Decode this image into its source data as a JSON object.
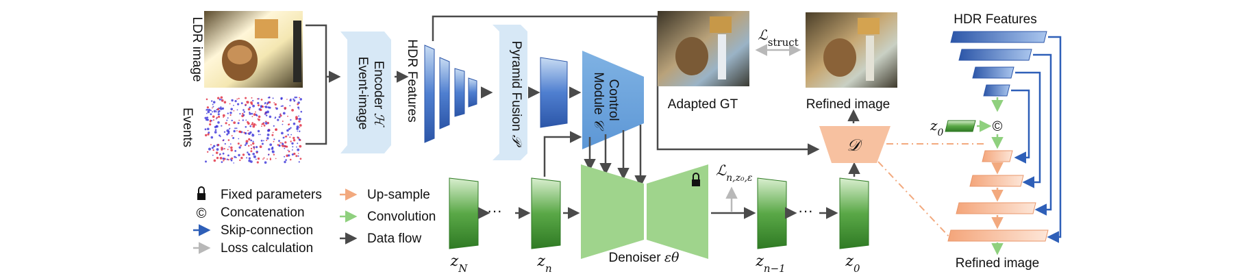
{
  "labels": {
    "ldr_image": "LDR image",
    "events": "Events",
    "encoder_line1": "Event-image",
    "encoder_line2": "Encoder",
    "encoder_symbol": "ℋ",
    "hdr_features_vertical": "HDR Features",
    "pyramid_line1": "Pyramid Fusion",
    "pyramid_symbol": "𝒫",
    "control_line1": "Control",
    "control_line2": "Module",
    "control_symbol": "𝒞",
    "denoiser": "Denoiser",
    "denoiser_symbol": "εθ",
    "decoder_symbol": "𝒟",
    "adapted_gt": "Adapted GT",
    "refined_image_top": "Refined image",
    "hdr_features_right": "HDR Features",
    "refined_image_right": "Refined image",
    "loss_struct": "ℒ",
    "loss_struct_sub": "struct",
    "loss_denoise": "ℒ",
    "loss_denoise_sub": "n,z₀,ε",
    "z0_right": "z",
    "z0_right_sub": "0",
    "concat_symbol": "©",
    "dots": "···"
  },
  "latents": [
    {
      "base": "z",
      "sub": "N"
    },
    {
      "base": "z",
      "sub": "n"
    },
    {
      "base": "z",
      "sub": "n−1"
    },
    {
      "base": "z",
      "sub": "0"
    }
  ],
  "legend": [
    {
      "icon": "lock-icon",
      "label": "Fixed parameters"
    },
    {
      "icon": "copyright-icon",
      "label": "Concatenation"
    },
    {
      "icon": "blue-arrow-icon",
      "label": "Skip-connection"
    },
    {
      "icon": "gray-arrow-icon",
      "label": "Loss calculation"
    },
    {
      "icon": "orange-arrow-icon",
      "label": "Up-sample"
    },
    {
      "icon": "green-arrow-icon",
      "label": "Convolution"
    },
    {
      "icon": "dark-arrow-icon",
      "label": "Data flow"
    }
  ],
  "colors": {
    "flow": "#4a4a4a",
    "skip": "#2e5fb8",
    "loss": "#b8b8b8",
    "upsample": "#f2a97e",
    "conv": "#8fd07e",
    "encoder_fill": "#d7e8f6",
    "control_fill": "#6fa6dc",
    "denoiser_fill": "#9fd48c",
    "decoder_fill": "#f7c1a0",
    "latent_fill": "#4a9a3a",
    "feature_fill": "#3f6fc8"
  }
}
